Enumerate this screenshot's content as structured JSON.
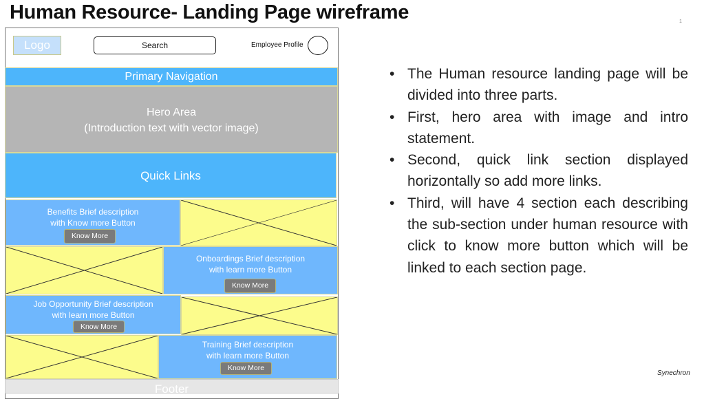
{
  "slide": {
    "title": "Human Resource- Landing Page wireframe",
    "page_number": "1",
    "brand": "Synechron"
  },
  "wireframe": {
    "logo": "Logo",
    "search": "Search",
    "profile_label": "Employee Profile",
    "nav": "Primary Navigation",
    "hero": {
      "line1": "Hero Area",
      "line2": "(Introduction text with vector image)"
    },
    "quick_links": "Quick Links",
    "sections": [
      {
        "line1": "Benefits Brief description",
        "line2": "with Know more Button",
        "button": "Know More"
      },
      {
        "line1": "Onboardings Brief description",
        "line2": "with learn more Button",
        "button": "Know More"
      },
      {
        "line1": "Job Opportunity Brief description",
        "line2": "with learn more Button",
        "button": "Know More"
      },
      {
        "line1": "Training Brief description",
        "line2": "with learn more Button",
        "button": "Know More"
      }
    ],
    "footer": "Footer"
  },
  "bullets": [
    "The Human resource landing page will be divided into three parts.",
    "First, hero area with image and intro statement.",
    "Second, quick link section displayed horizontally so add more links.",
    "Third, will have 4 section each describing the sub-section under human resource with click to know more button which will be linked to each section page."
  ]
}
